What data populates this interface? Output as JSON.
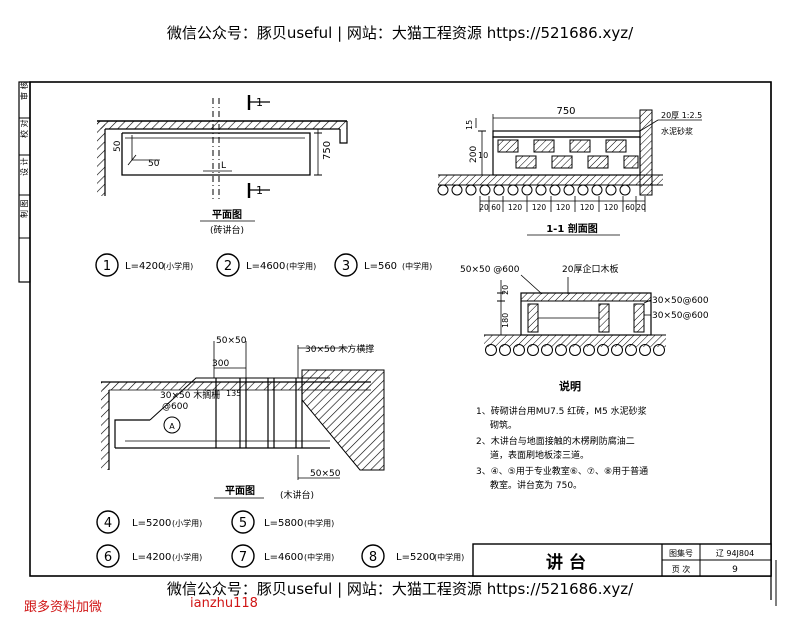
{
  "watermark": {
    "top": "微信公众号：豚贝useful | 网站：大猫工程资源 https://521686.xyz/",
    "bottom": "微信公众号：豚贝useful | 网站：大猫工程资源 https://521686.xyz/"
  },
  "footer": {
    "left": "跟多资料加微",
    "right": "ianzhu118",
    "color": "#d01515"
  },
  "side_strip": [
    "审 核",
    "校 对",
    "设 计",
    "制 图"
  ],
  "brick_plan": {
    "title": "平面图",
    "subtitle": "(砖讲台)",
    "section_mark": "1",
    "dim_50a": "50",
    "dim_50b": "50",
    "dim_750": "750",
    "dim_L": "L"
  },
  "section": {
    "title": "1-1 剖面图",
    "dim_750": "750",
    "dim_200": "200",
    "dim_10": "10",
    "dim_15": "15",
    "note_line1": "20厚 1:2.5",
    "note_line2": "水泥砂浆",
    "bottom_dims": [
      "20",
      "60",
      "120",
      "120",
      "120",
      "120",
      "120",
      "60",
      "20"
    ]
  },
  "wood_section": {
    "top_left": "50×50 @600",
    "top_right": "20厚企口木板",
    "right1": "30×50@600",
    "right2": "30×50@600",
    "dim_20": "20",
    "dim_180": "180"
  },
  "options_brick": [
    {
      "num": "1",
      "text": "L=4200",
      "note": "(小学用)"
    },
    {
      "num": "2",
      "text": "L=4600",
      "note": "(中学用)"
    },
    {
      "num": "3",
      "text": "L=560",
      "note": "(中学用)"
    }
  ],
  "wood_plan": {
    "title": "平面图",
    "subtitle": "(木讲台)",
    "label_50x50_top": "50×50",
    "label_300": "300",
    "label_beam": "30×50 木方横撑",
    "label_30x50": "30×50 木搁栅",
    "label_600": "@600",
    "label_135": "135",
    "label_50x50_bottom": "50×50",
    "label_A": "A"
  },
  "notes": {
    "title": "说明",
    "items": [
      "1、砖砌讲台用MU7.5 红砖，M5 水泥砂浆",
      "砌筑。",
      "2、木讲台与地面接触的木楞刷防腐油二",
      "道，表面刷地板漆三道。",
      "3、④、⑤用于专业教室⑥、⑦、⑧用于普通",
      "教室。讲台宽为 750。"
    ]
  },
  "options_wood": [
    {
      "num": "4",
      "text": "L=5200",
      "note": "(小学用)"
    },
    {
      "num": "5",
      "text": "L=5800",
      "note": "(中学用)"
    },
    {
      "num": "6",
      "text": "L=4200",
      "note": "(小学用)"
    },
    {
      "num": "7",
      "text": "L=4600",
      "note": "(中学用)"
    },
    {
      "num": "8",
      "text": "L=5200",
      "note": "(中学用)"
    }
  ],
  "title_block": {
    "title": "讲 台",
    "atlas_label": "图集号",
    "atlas_value": "辽 94J804",
    "page_label": "页 次",
    "page_value": "9"
  }
}
